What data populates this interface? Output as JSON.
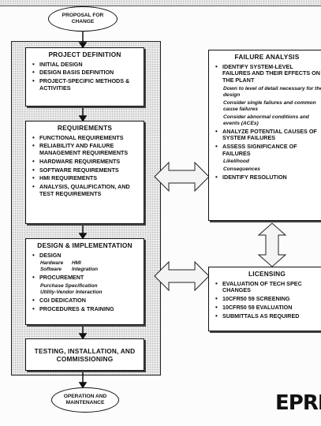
{
  "start": {
    "line1": "PROPOSAL FOR",
    "line2": "CHANGE"
  },
  "end": {
    "line1": "OPERATION AND",
    "line2": "MAINTENANCE"
  },
  "project_definition": {
    "title": "PROJECT DEFINITION",
    "items": [
      "INITIAL DESIGN",
      "DESIGN BASIS DEFINITION",
      "PROJECT-SPECIFIC METHODS & ACTIVITIES"
    ]
  },
  "requirements": {
    "title": "REQUIREMENTS",
    "items": [
      "FUNCTIONAL REQUIREMENTS",
      "RELIABILITY AND FAILURE MANAGEMENT REQUIREMENTS",
      "HARDWARE REQUIREMENTS",
      "SOFTWARE REQUIREMENTS",
      "HMI REQUIREMENTS",
      "ANALYSIS, QUALIFICATION, AND TEST REQUIREMENTS"
    ]
  },
  "design": {
    "title": "DESIGN & IMPLEMENTATION",
    "design_label": "DESIGN",
    "design_sub": [
      "Hardware",
      "HMI",
      "Software",
      "Integration"
    ],
    "procurement_label": "PROCUREMENT",
    "procurement_sub": [
      "Purchase Specification",
      "Utility-Vendor Interaction"
    ],
    "items": [
      "CGI DEDICATION",
      "PROCEDURES & TRAINING"
    ]
  },
  "testing": {
    "line1": "TESTING, INSTALLATION, AND",
    "line2": "COMMISSIONING"
  },
  "failure_analysis": {
    "title": "FAILURE ANALYSIS",
    "item1": "IDENTIFY SYSTEM-LEVEL FAILURES AND THEIR EFFECTS ON THE PLANT",
    "item1_sub": [
      "Down to level of detail necessary for the design",
      "Consider single failures and common cause failures",
      "Consider abnormal conditions and events (ACEs)"
    ],
    "item2": "ANALYZE POTENTIAL CAUSES OF SYSTEM FAILURES",
    "item3": "ASSESS SIGNIFICANCE OF FAILURES",
    "item3_sub": [
      "Likelihood",
      "Consequences"
    ],
    "item4": "IDENTIFY RESOLUTION"
  },
  "licensing": {
    "title": "LICENSING",
    "items": [
      "EVALUATION OF TECH SPEC CHANGES",
      "10CFR50 59 SCREENING",
      "10CFR50 59 EVALUATION",
      "SUBMITTALS AS REQUIRED"
    ]
  },
  "logo": "EPRI"
}
